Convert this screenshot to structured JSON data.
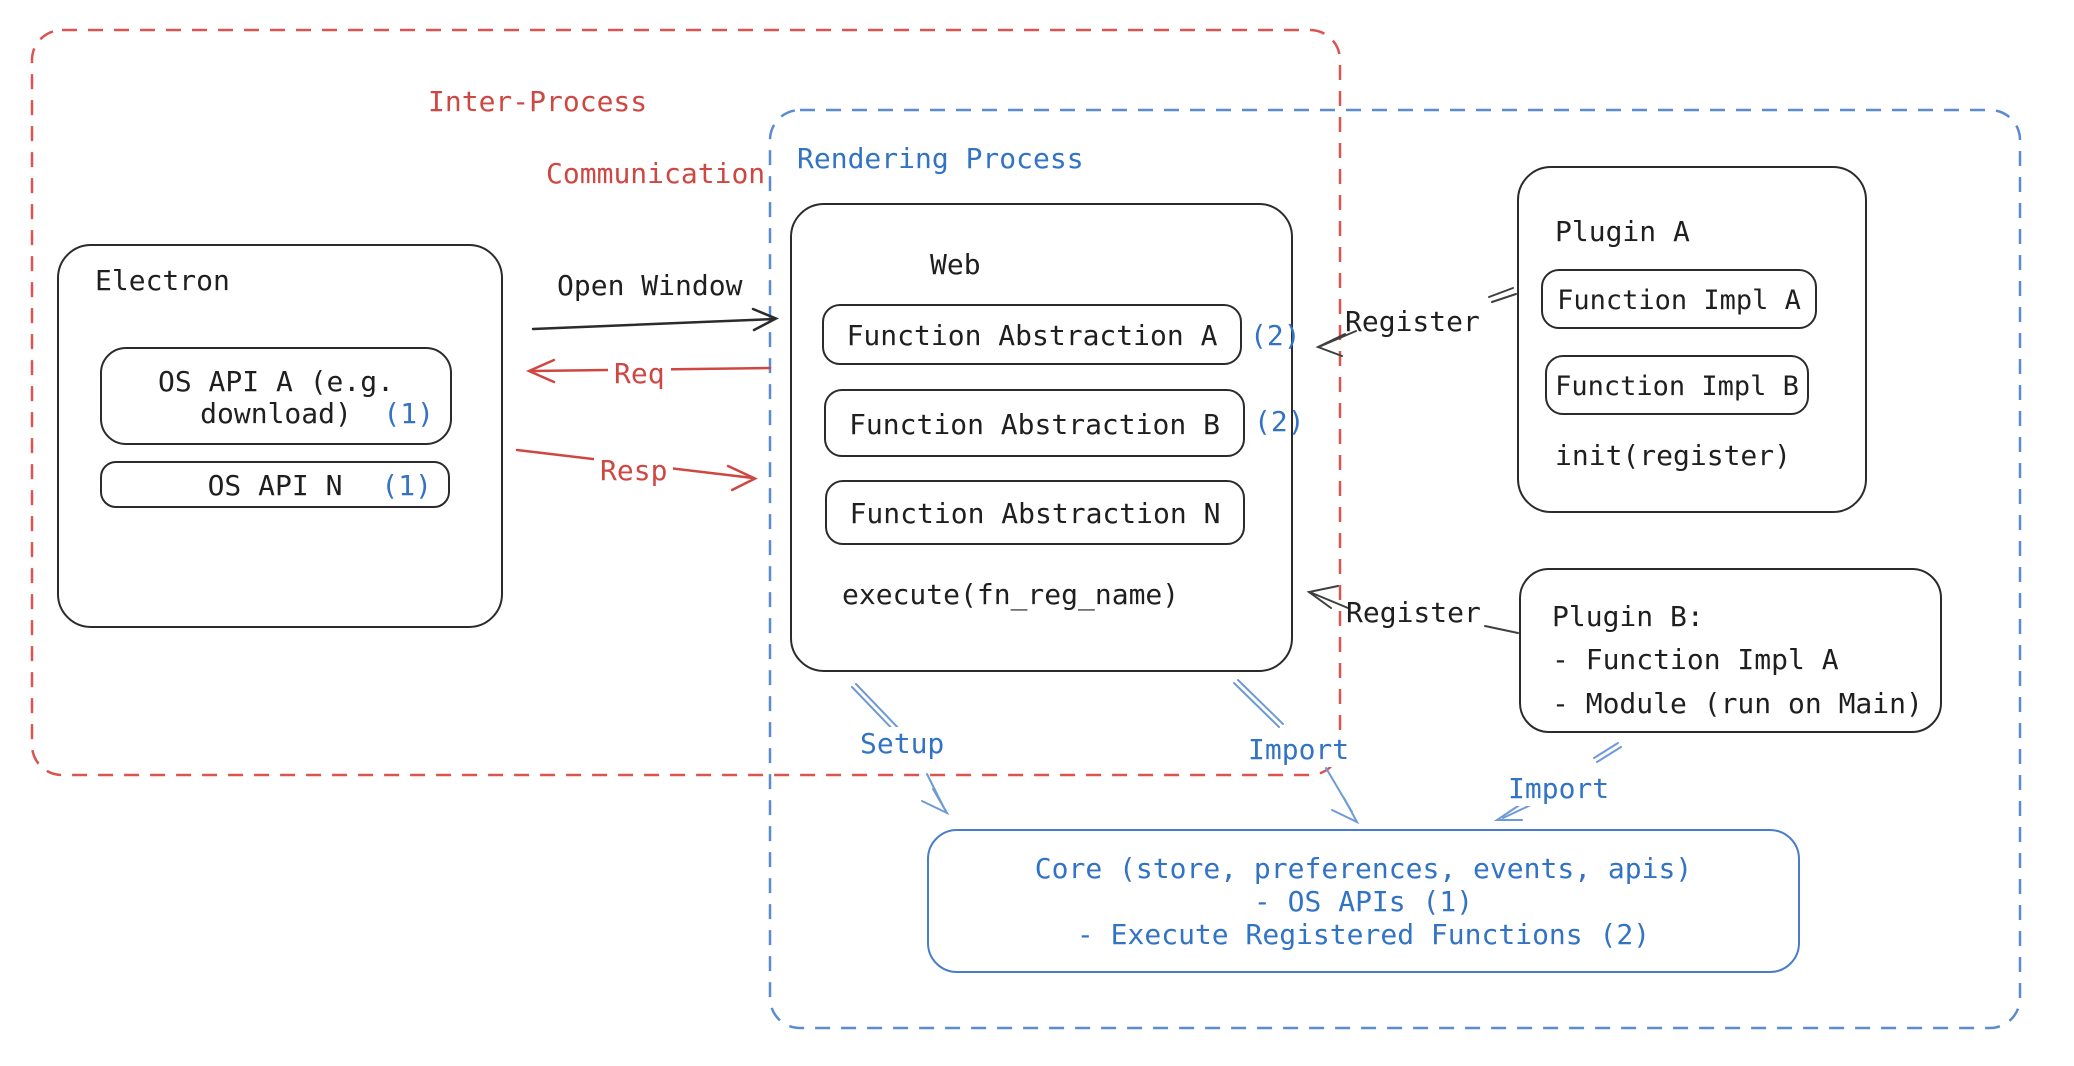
{
  "ipc": {
    "title_line1": "Inter-Process",
    "title_line2": "Communication"
  },
  "rendering": {
    "title": "Rendering Process"
  },
  "electron": {
    "title": "Electron",
    "api_a": {
      "line1": "OS API A (e.g.",
      "line2": "download)",
      "badge": "(1)"
    },
    "api_n": {
      "label": "OS API N",
      "badge": "(1)"
    }
  },
  "web": {
    "title": "Web",
    "fa_a": {
      "label": "Function Abstraction A",
      "badge": "(2)"
    },
    "fa_b": {
      "label": "Function Abstraction B",
      "badge": "(2)"
    },
    "fa_n": {
      "label": "Function Abstraction N"
    },
    "execute_label": "execute(fn_reg_name)"
  },
  "plugin_a": {
    "title": "Plugin A",
    "impl_a": "Function Impl A",
    "impl_b": "Function Impl B",
    "init_label": "init(register)"
  },
  "plugin_b": {
    "title": "Plugin B:",
    "item1": "- Function Impl A",
    "item2": "- Module (run on Main)"
  },
  "core": {
    "line1": "Core (store, preferences, events, apis)",
    "line2": "- OS APIs (1)",
    "line3": "- Execute Registered Functions (2)"
  },
  "arrows": {
    "open_window": {
      "label": "Open Window"
    },
    "req": {
      "label": "Req"
    },
    "resp": {
      "label": "Resp"
    },
    "register_top": {
      "label": "Register"
    },
    "register_bottom": {
      "label": "Register"
    },
    "setup": {
      "label": "Setup"
    },
    "import_web": {
      "label": "Import"
    },
    "import_plugin": {
      "label": "Import"
    }
  },
  "colors": {
    "red_accent": "#cf4742",
    "blue_accent": "#3273c5",
    "blue_arrow": "#6f9ad6",
    "ink": "#2b2b2b"
  }
}
